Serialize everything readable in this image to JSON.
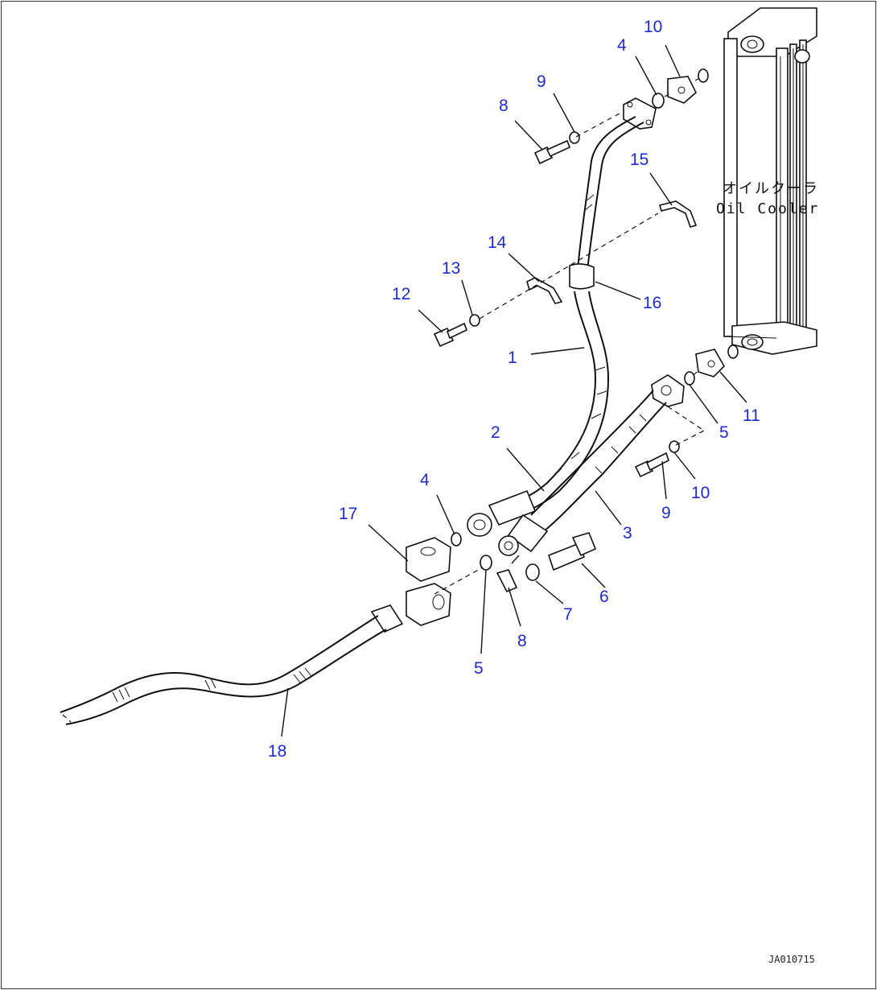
{
  "diagram": {
    "oil_cooler_label_jp": "オイルクーラ",
    "oil_cooler_label_en": "Oil Cooler",
    "drawing_code": "JA010715"
  },
  "callouts": [
    {
      "id": "c1",
      "text": "1"
    },
    {
      "id": "c2",
      "text": "2"
    },
    {
      "id": "c3",
      "text": "3"
    },
    {
      "id": "c4a",
      "text": "4"
    },
    {
      "id": "c4b",
      "text": "4"
    },
    {
      "id": "c5a",
      "text": "5"
    },
    {
      "id": "c5b",
      "text": "5"
    },
    {
      "id": "c6",
      "text": "6"
    },
    {
      "id": "c7",
      "text": "7"
    },
    {
      "id": "c8a",
      "text": "8"
    },
    {
      "id": "c8b",
      "text": "8"
    },
    {
      "id": "c9a",
      "text": "9"
    },
    {
      "id": "c9b",
      "text": "9"
    },
    {
      "id": "c10a",
      "text": "10"
    },
    {
      "id": "c10b",
      "text": "10"
    },
    {
      "id": "c11",
      "text": "11"
    },
    {
      "id": "c12",
      "text": "12"
    },
    {
      "id": "c13",
      "text": "13"
    },
    {
      "id": "c14",
      "text": "14"
    },
    {
      "id": "c15",
      "text": "15"
    },
    {
      "id": "c16",
      "text": "16"
    },
    {
      "id": "c17",
      "text": "17"
    },
    {
      "id": "c18",
      "text": "18"
    }
  ]
}
